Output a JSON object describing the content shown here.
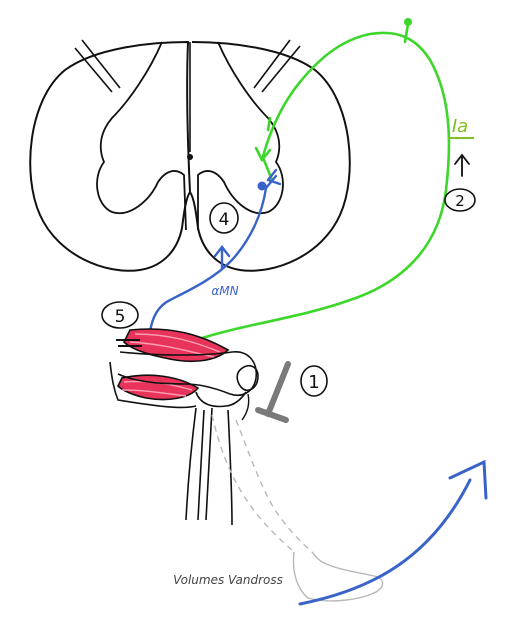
{
  "labels": {
    "fiber_type": "Ia",
    "step_1": "1",
    "step_2": "2",
    "step_4": "4",
    "step_5": "5",
    "motor_neuron": "αMN",
    "signature": "Volumes Vandross"
  },
  "colors": {
    "sensory_afferent": "#3dd62a",
    "motor_efferent": "#3a63c9",
    "fiber_label": "#7fbf1e",
    "muscle": "#e8345a",
    "outline": "#111111",
    "ghost_leg": "#b8b8b8",
    "hammer": "#7a7a7a"
  },
  "icons": {
    "reflex_hammer": "reflex-hammer-icon",
    "motion_arrow": "curved-arrow-icon"
  }
}
